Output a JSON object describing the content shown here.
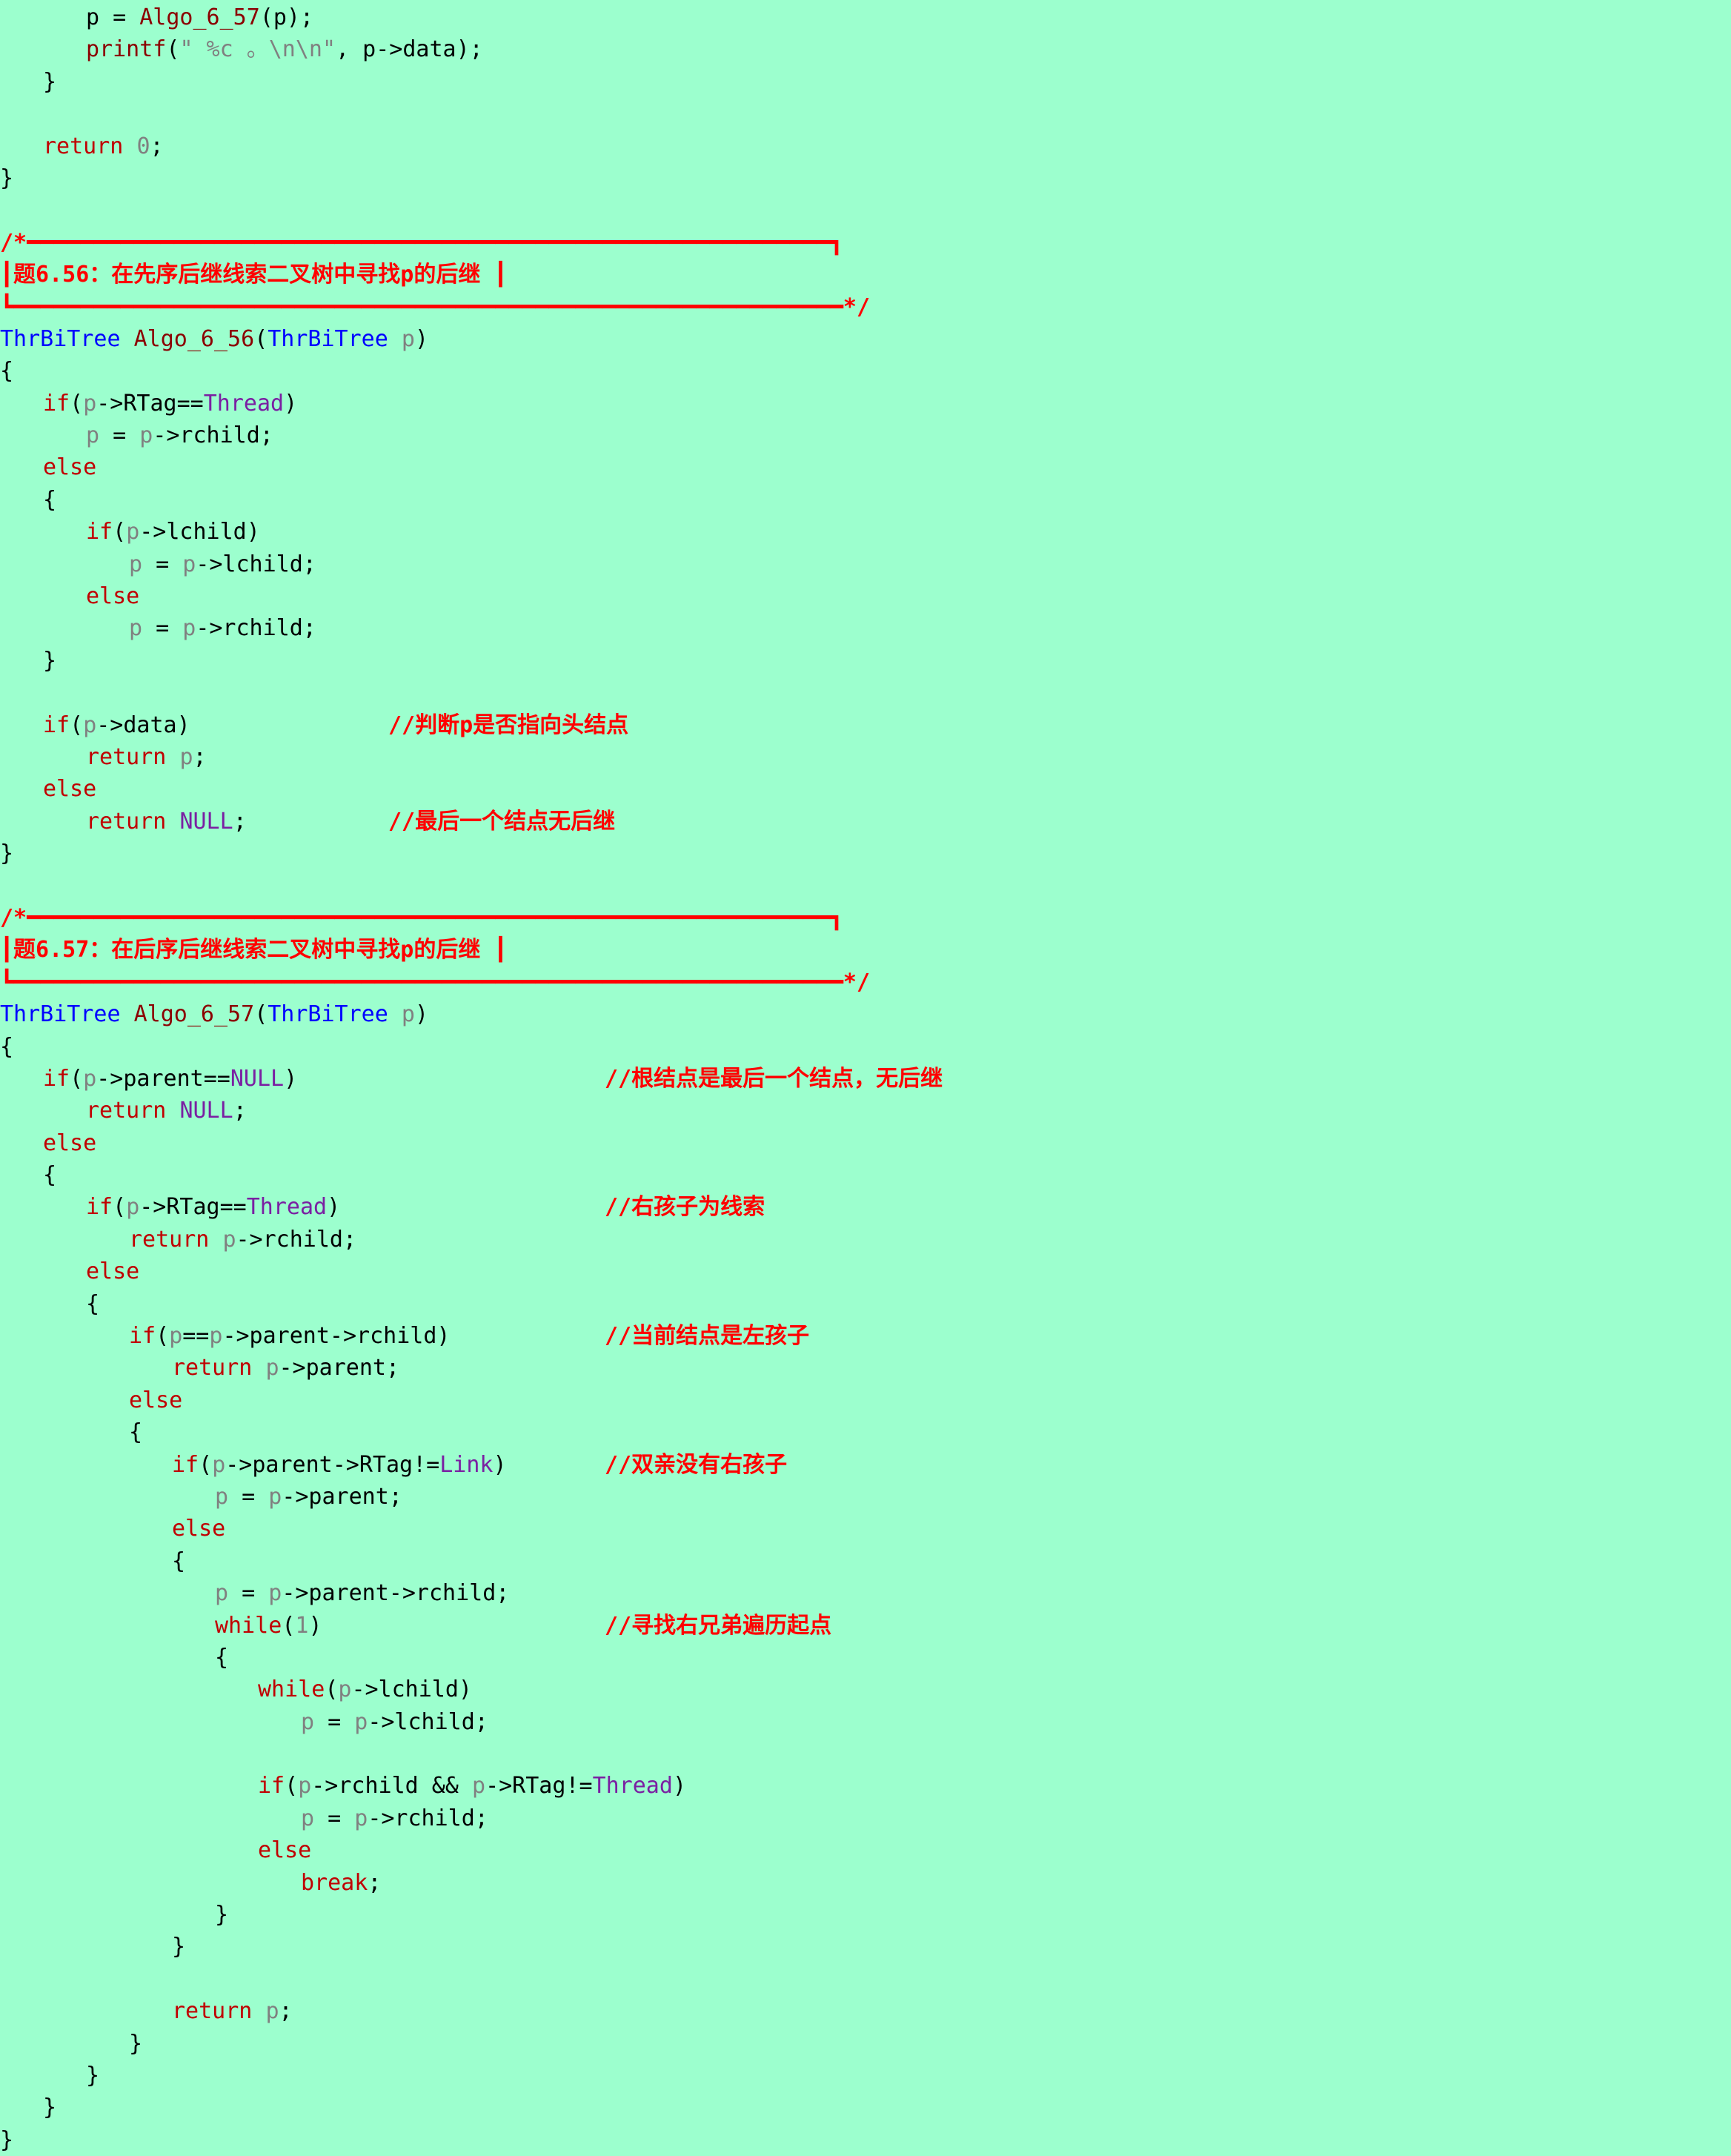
{
  "editor": {
    "lines": [
      {
        "indent": 2,
        "parts": [
          [
            "plain",
            "p = "
          ],
          [
            "fn",
            "Algo_6_57"
          ],
          [
            "plain",
            "(p);"
          ]
        ]
      },
      {
        "indent": 2,
        "parts": [
          [
            "fn",
            "printf"
          ],
          [
            "plain",
            "("
          ],
          [
            "str",
            "\" %c 。\\n\\n\""
          ],
          [
            "plain",
            ", p->data);"
          ]
        ]
      },
      {
        "indent": 1,
        "parts": [
          [
            "plain",
            "}"
          ]
        ]
      },
      {
        "indent": 0,
        "parts": []
      },
      {
        "indent": 1,
        "parts": [
          [
            "kw",
            "return "
          ],
          [
            "num",
            "0"
          ],
          [
            "plain",
            ";"
          ]
        ]
      },
      {
        "indent": 0,
        "parts": [
          [
            "plain",
            "}"
          ]
        ]
      },
      {
        "indent": 0,
        "parts": []
      },
      {
        "indent": 0,
        "box": "top",
        "parts": [
          [
            "box",
            "/*━━━━━━━━━━━━━━━━━━━━━━━━━━━━━━━━━━━━━━━━━━━━━━━━━━━━━━━━━━━━┓"
          ]
        ]
      },
      {
        "indent": 0,
        "box": "mid",
        "parts": [
          [
            "box",
            "┃题6.56：在先序后继线索二叉树中寻找p的后继 ┃"
          ]
        ]
      },
      {
        "indent": 0,
        "box": "bot",
        "parts": [
          [
            "box",
            "┗━━━━━━━━━━━━━━━━━━━━━━━━━━━━━━━━━━━━━━━━━━━━━━━━━━━━━━━━━━━━━━*/"
          ]
        ]
      },
      {
        "indent": 0,
        "parts": [
          [
            "ty",
            "ThrBiTree "
          ],
          [
            "fn",
            "Algo_6_56"
          ],
          [
            "plain",
            "("
          ],
          [
            "ty",
            "ThrBiTree "
          ],
          [
            "par",
            "p"
          ],
          [
            "plain",
            ")"
          ]
        ]
      },
      {
        "indent": 0,
        "parts": [
          [
            "plain",
            "{"
          ]
        ]
      },
      {
        "indent": 1,
        "parts": [
          [
            "kw",
            "if"
          ],
          [
            "plain",
            "("
          ],
          [
            "par",
            "p"
          ],
          [
            "plain",
            "->RTag=="
          ],
          [
            "mac",
            "Thread"
          ],
          [
            "plain",
            ")"
          ]
        ]
      },
      {
        "indent": 2,
        "parts": [
          [
            "par",
            "p"
          ],
          [
            "plain",
            " = "
          ],
          [
            "par",
            "p"
          ],
          [
            "plain",
            "->rchild;"
          ]
        ]
      },
      {
        "indent": 1,
        "parts": [
          [
            "kw",
            "else"
          ]
        ]
      },
      {
        "indent": 1,
        "parts": [
          [
            "plain",
            "{"
          ]
        ]
      },
      {
        "indent": 2,
        "parts": [
          [
            "kw",
            "if"
          ],
          [
            "plain",
            "("
          ],
          [
            "par",
            "p"
          ],
          [
            "plain",
            "->lchild)"
          ]
        ]
      },
      {
        "indent": 3,
        "parts": [
          [
            "par",
            "p"
          ],
          [
            "plain",
            " = "
          ],
          [
            "par",
            "p"
          ],
          [
            "plain",
            "->lchild;"
          ]
        ]
      },
      {
        "indent": 2,
        "parts": [
          [
            "kw",
            "else"
          ]
        ]
      },
      {
        "indent": 3,
        "parts": [
          [
            "par",
            "p"
          ],
          [
            "plain",
            " = "
          ],
          [
            "par",
            "p"
          ],
          [
            "plain",
            "->rchild;"
          ]
        ]
      },
      {
        "indent": 1,
        "parts": [
          [
            "plain",
            "}"
          ]
        ]
      },
      {
        "indent": 0,
        "parts": []
      },
      {
        "indent": 1,
        "comment_col": 524,
        "parts": [
          [
            "kw",
            "if"
          ],
          [
            "plain",
            "("
          ],
          [
            "par",
            "p"
          ],
          [
            "plain",
            "->data)"
          ]
        ],
        "comment": "//判断p是否指向头结点"
      },
      {
        "indent": 2,
        "parts": [
          [
            "kw",
            "return "
          ],
          [
            "par",
            "p"
          ],
          [
            "plain",
            ";"
          ]
        ]
      },
      {
        "indent": 1,
        "parts": [
          [
            "kw",
            "else"
          ]
        ]
      },
      {
        "indent": 2,
        "comment_col": 524,
        "parts": [
          [
            "kw",
            "return "
          ],
          [
            "mac",
            "NULL"
          ],
          [
            "plain",
            ";"
          ]
        ],
        "comment": "//最后一个结点无后继"
      },
      {
        "indent": 0,
        "parts": [
          [
            "plain",
            "}"
          ]
        ]
      },
      {
        "indent": 0,
        "parts": []
      },
      {
        "indent": 0,
        "box": "top",
        "parts": [
          [
            "box",
            "/*━━━━━━━━━━━━━━━━━━━━━━━━━━━━━━━━━━━━━━━━━━━━━━━━━━━━━━━━━━━━┓"
          ]
        ]
      },
      {
        "indent": 0,
        "box": "mid",
        "parts": [
          [
            "box",
            "┃题6.57：在后序后继线索二叉树中寻找p的后继 ┃"
          ]
        ]
      },
      {
        "indent": 0,
        "box": "bot",
        "parts": [
          [
            "box",
            "┗━━━━━━━━━━━━━━━━━━━━━━━━━━━━━━━━━━━━━━━━━━━━━━━━━━━━━━━━━━━━━━*/"
          ]
        ]
      },
      {
        "indent": 0,
        "parts": [
          [
            "ty",
            "ThrBiTree "
          ],
          [
            "fn",
            "Algo_6_57"
          ],
          [
            "plain",
            "("
          ],
          [
            "ty",
            "ThrBiTree "
          ],
          [
            "par",
            "p"
          ],
          [
            "plain",
            ")"
          ]
        ]
      },
      {
        "indent": 0,
        "parts": [
          [
            "plain",
            "{"
          ]
        ]
      },
      {
        "indent": 1,
        "comment_col": 816,
        "parts": [
          [
            "kw",
            "if"
          ],
          [
            "plain",
            "("
          ],
          [
            "par",
            "p"
          ],
          [
            "plain",
            "->parent=="
          ],
          [
            "mac",
            "NULL"
          ],
          [
            "plain",
            ")"
          ]
        ],
        "comment": "//根结点是最后一个结点，无后继"
      },
      {
        "indent": 2,
        "parts": [
          [
            "kw",
            "return "
          ],
          [
            "mac",
            "NULL"
          ],
          [
            "plain",
            ";"
          ]
        ]
      },
      {
        "indent": 1,
        "parts": [
          [
            "kw",
            "else"
          ]
        ]
      },
      {
        "indent": 1,
        "parts": [
          [
            "plain",
            "{"
          ]
        ]
      },
      {
        "indent": 2,
        "comment_col": 816,
        "parts": [
          [
            "kw",
            "if"
          ],
          [
            "plain",
            "("
          ],
          [
            "par",
            "p"
          ],
          [
            "plain",
            "->RTag=="
          ],
          [
            "mac",
            "Thread"
          ],
          [
            "plain",
            ")"
          ]
        ],
        "comment": "//右孩子为线索"
      },
      {
        "indent": 3,
        "parts": [
          [
            "kw",
            "return "
          ],
          [
            "par",
            "p"
          ],
          [
            "plain",
            "->rchild;"
          ]
        ]
      },
      {
        "indent": 2,
        "parts": [
          [
            "kw",
            "else"
          ]
        ]
      },
      {
        "indent": 2,
        "parts": [
          [
            "plain",
            "{"
          ]
        ]
      },
      {
        "indent": 3,
        "comment_col": 816,
        "parts": [
          [
            "kw",
            "if"
          ],
          [
            "plain",
            "("
          ],
          [
            "par",
            "p"
          ],
          [
            "plain",
            "=="
          ],
          [
            "par",
            "p"
          ],
          [
            "plain",
            "->parent->rchild)"
          ]
        ],
        "comment": "//当前结点是左孩子"
      },
      {
        "indent": 4,
        "parts": [
          [
            "kw",
            "return "
          ],
          [
            "par",
            "p"
          ],
          [
            "plain",
            "->parent;"
          ]
        ]
      },
      {
        "indent": 3,
        "parts": [
          [
            "kw",
            "else"
          ]
        ]
      },
      {
        "indent": 3,
        "parts": [
          [
            "plain",
            "{"
          ]
        ]
      },
      {
        "indent": 4,
        "comment_col": 816,
        "parts": [
          [
            "kw",
            "if"
          ],
          [
            "plain",
            "("
          ],
          [
            "par",
            "p"
          ],
          [
            "plain",
            "->parent->RTag!="
          ],
          [
            "mac",
            "Link"
          ],
          [
            "plain",
            ")"
          ]
        ],
        "comment": "//双亲没有右孩子"
      },
      {
        "indent": 5,
        "parts": [
          [
            "par",
            "p"
          ],
          [
            "plain",
            " = "
          ],
          [
            "par",
            "p"
          ],
          [
            "plain",
            "->parent;"
          ]
        ]
      },
      {
        "indent": 4,
        "parts": [
          [
            "kw",
            "else"
          ]
        ]
      },
      {
        "indent": 4,
        "parts": [
          [
            "plain",
            "{"
          ]
        ]
      },
      {
        "indent": 5,
        "parts": [
          [
            "par",
            "p"
          ],
          [
            "plain",
            " = "
          ],
          [
            "par",
            "p"
          ],
          [
            "plain",
            "->parent->rchild;"
          ]
        ]
      },
      {
        "indent": 5,
        "comment_col": 816,
        "parts": [
          [
            "kw",
            "while"
          ],
          [
            "plain",
            "("
          ],
          [
            "num",
            "1"
          ],
          [
            "plain",
            ")"
          ]
        ],
        "comment": "//寻找右兄弟遍历起点"
      },
      {
        "indent": 5,
        "parts": [
          [
            "plain",
            "{"
          ]
        ]
      },
      {
        "indent": 6,
        "parts": [
          [
            "kw",
            "while"
          ],
          [
            "plain",
            "("
          ],
          [
            "par",
            "p"
          ],
          [
            "plain",
            "->lchild)"
          ]
        ]
      },
      {
        "indent": 7,
        "parts": [
          [
            "par",
            "p"
          ],
          [
            "plain",
            " = "
          ],
          [
            "par",
            "p"
          ],
          [
            "plain",
            "->lchild;"
          ]
        ]
      },
      {
        "indent": 0,
        "parts": []
      },
      {
        "indent": 6,
        "parts": [
          [
            "kw",
            "if"
          ],
          [
            "plain",
            "("
          ],
          [
            "par",
            "p"
          ],
          [
            "plain",
            "->rchild && "
          ],
          [
            "par",
            "p"
          ],
          [
            "plain",
            "->RTag!="
          ],
          [
            "mac",
            "Thread"
          ],
          [
            "plain",
            ")"
          ]
        ]
      },
      {
        "indent": 7,
        "parts": [
          [
            "par",
            "p"
          ],
          [
            "plain",
            " = "
          ],
          [
            "par",
            "p"
          ],
          [
            "plain",
            "->rchild;"
          ]
        ]
      },
      {
        "indent": 6,
        "parts": [
          [
            "kw",
            "else"
          ]
        ]
      },
      {
        "indent": 7,
        "parts": [
          [
            "kw",
            "break"
          ],
          [
            "plain",
            ";"
          ]
        ]
      },
      {
        "indent": 5,
        "parts": [
          [
            "plain",
            "}"
          ]
        ]
      },
      {
        "indent": 4,
        "parts": [
          [
            "plain",
            "}"
          ]
        ]
      },
      {
        "indent": 0,
        "parts": []
      },
      {
        "indent": 4,
        "parts": [
          [
            "kw",
            "return "
          ],
          [
            "par",
            "p"
          ],
          [
            "plain",
            ";"
          ]
        ]
      },
      {
        "indent": 3,
        "parts": [
          [
            "plain",
            "}"
          ]
        ]
      },
      {
        "indent": 2,
        "parts": [
          [
            "plain",
            "}"
          ]
        ]
      },
      {
        "indent": 1,
        "parts": [
          [
            "plain",
            "}"
          ]
        ]
      },
      {
        "indent": 0,
        "parts": [
          [
            "plain",
            "}"
          ]
        ]
      }
    ]
  }
}
